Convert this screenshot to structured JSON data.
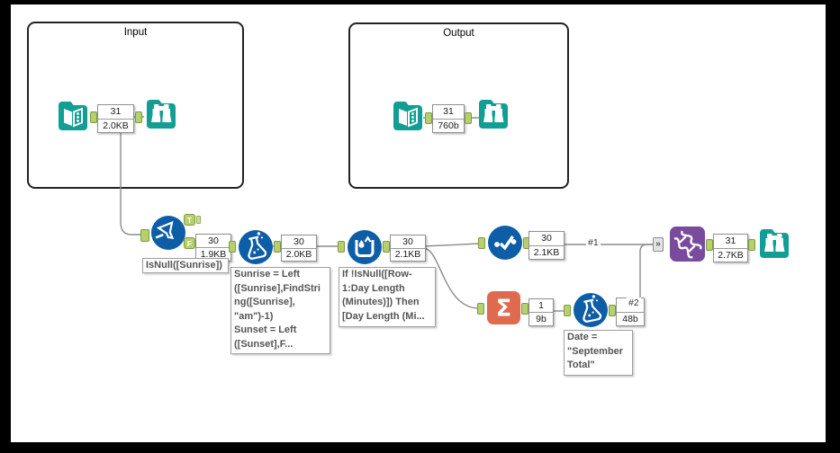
{
  "input_group": {
    "label": "Input",
    "record_count": "31",
    "data_size": "2.0KB"
  },
  "output_group": {
    "label": "Output",
    "record_count": "31",
    "data_size": "760b"
  },
  "filter_tool": {
    "true_label": "T",
    "false_label": "F",
    "record_count": "30",
    "data_size": "1.9KB",
    "annotation": "IsNull([Sunrise])"
  },
  "formula_tool": {
    "record_count": "30",
    "data_size": "2.0KB",
    "annotation": "Sunrise = Left\n([Sunrise],FindStri\nng([Sunrise],\n\"am\")-1)\nSunset = Left\n([Sunset],F..."
  },
  "multirow_formula_tool": {
    "record_count": "30",
    "data_size": "2.1KB",
    "annotation": "If !IsNull([Row-\n1:Day Length\n(Minutes)]) Then\n[Day Length (Mi..."
  },
  "select_tool": {
    "record_count": "30",
    "data_size": "2.1KB"
  },
  "summarize_tool": {
    "record_count": "1",
    "data_size": "9b"
  },
  "formula2_tool": {
    "record_count": "1",
    "data_size": "48b",
    "annotation": "Date =\n\"September\nTotal\""
  },
  "union_tool": {
    "record_count": "31",
    "data_size": "2.7KB",
    "multi_input_glyph": "»"
  },
  "connection_labels": {
    "first": "#1",
    "second": "#2"
  },
  "colors": {
    "teal": "#129e94",
    "blue": "#0d5ea6",
    "salmon": "#df6a4f",
    "purple": "#7a4a9d",
    "anchor_green": "#b6cf6f",
    "wire": "#8c8c8c"
  }
}
